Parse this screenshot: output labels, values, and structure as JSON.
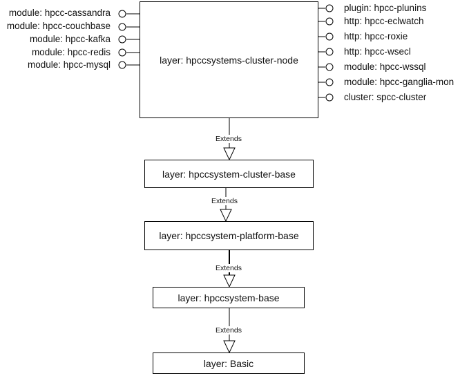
{
  "main_node": {
    "label": "layer: hpccsystems-cluster-node"
  },
  "left_ports": [
    {
      "label": "module: hpcc-cassandra"
    },
    {
      "label": "module: hpcc-couchbase"
    },
    {
      "label": "module: hpcc-kafka"
    },
    {
      "label": "module: hpcc-redis"
    },
    {
      "label": "module: hpcc-mysql"
    }
  ],
  "right_ports": [
    {
      "label": "plugin: hpcc-plunins"
    },
    {
      "label": "http: hpcc-eclwatch"
    },
    {
      "label": "http: hpcc-roxie"
    },
    {
      "label": "http: hpcc-wsecl"
    },
    {
      "label": "module: hpcc-wssql"
    },
    {
      "label": "module: hpcc-ganglia-mon"
    },
    {
      "label": "cluster: spcc-cluster"
    }
  ],
  "layers": [
    {
      "label": "layer: hpccsystem-cluster-base"
    },
    {
      "label": "layer: hpccsystem-platform-base"
    },
    {
      "label": "layer: hpccsystem-base"
    },
    {
      "label": "layer: Basic"
    }
  ],
  "edges": [
    {
      "label": "Extends"
    },
    {
      "label": "Extends"
    },
    {
      "label": "Extends"
    },
    {
      "label": "Extends"
    }
  ]
}
